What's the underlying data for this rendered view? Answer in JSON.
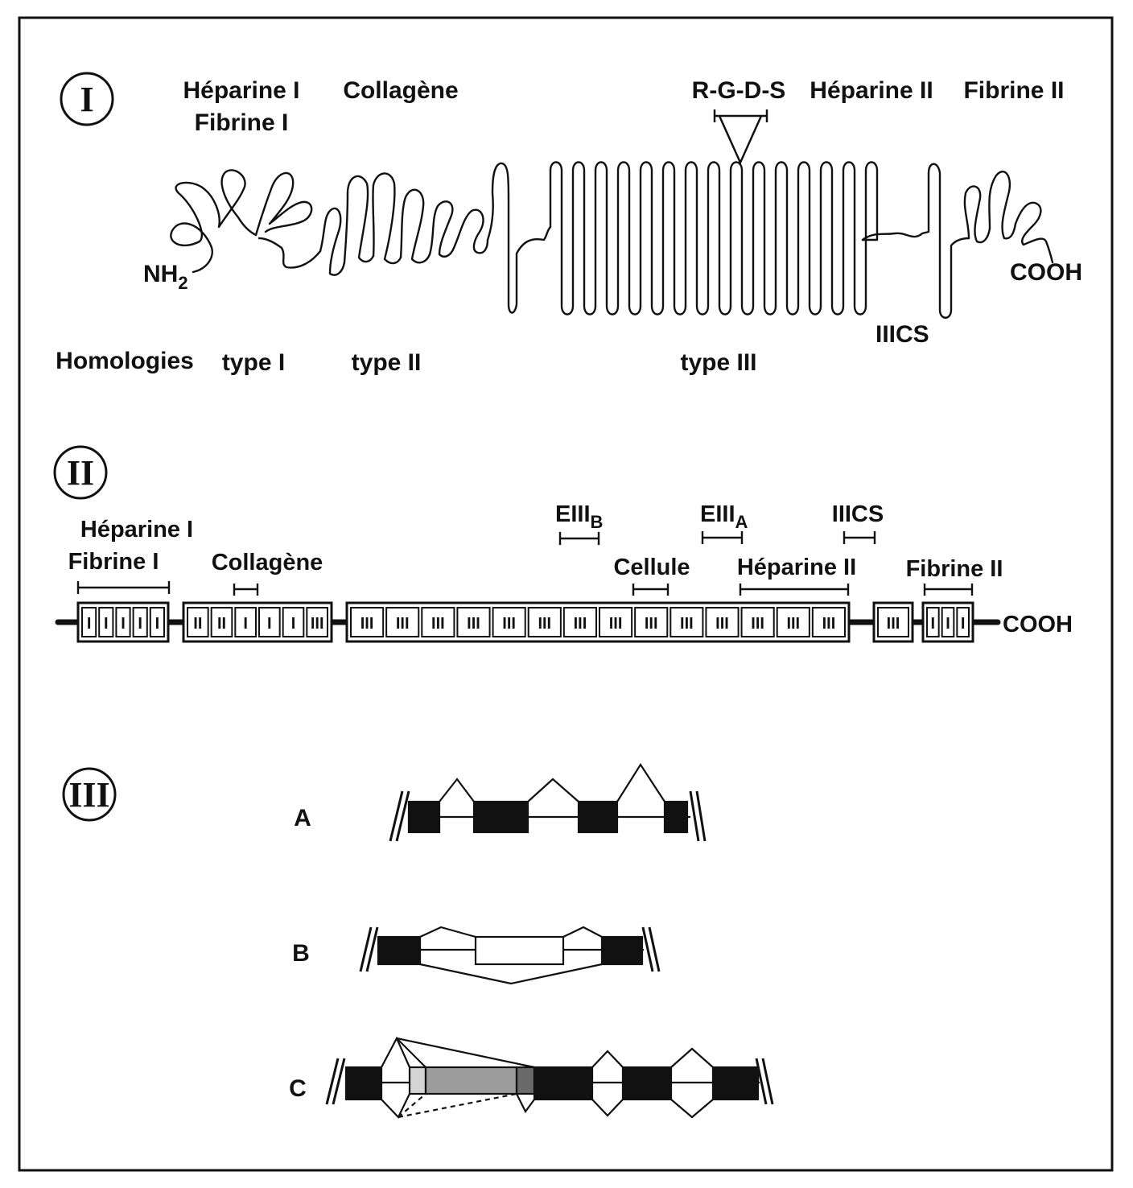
{
  "panel_I": {
    "numeral": "I",
    "labels": {
      "heparine_1": "Héparine I",
      "fibrine_1": "Fibrine I",
      "collagene": "Collagène",
      "rgds": "R-G-D-S",
      "heparine_2": "Héparine II",
      "fibrine_2": "Fibrine II",
      "nh2": "NH",
      "nh2_sub": "2",
      "cooh": "COOH",
      "iiics": "IIICS"
    },
    "homologies": {
      "title": "Homologies",
      "type_1": "type I",
      "type_2": "type II",
      "type_3": "type III"
    }
  },
  "panel_II": {
    "numeral": "II",
    "labels": {
      "heparine_1": "Héparine I",
      "fibrine_1": "Fibrine I",
      "collagene": "Collagène",
      "eiiib": "EIII",
      "eiiib_sub": "B",
      "eiiia": "EIII",
      "eiiia_sub": "A",
      "iiics": "IIICS",
      "cellule": "Cellule",
      "heparine_2": "Héparine II",
      "fibrine_2": "Fibrine II",
      "cooh": "COOH"
    },
    "module_groups": [
      {
        "modules": [
          "I",
          "I",
          "I",
          "I",
          "I"
        ]
      },
      {
        "modules": [
          "II",
          "II",
          "I",
          "I",
          "I",
          "III"
        ]
      },
      {
        "modules": [
          "III",
          "III",
          "III",
          "III",
          "III",
          "III",
          "III",
          "III",
          "III",
          "III",
          "III",
          "III",
          "III",
          "III"
        ]
      },
      {
        "modules": [
          "III"
        ]
      },
      {
        "modules": [
          "I",
          "I",
          "I"
        ]
      }
    ]
  },
  "panel_III": {
    "numeral": "III",
    "rows": {
      "a": "A",
      "b": "B",
      "c": "C"
    }
  }
}
